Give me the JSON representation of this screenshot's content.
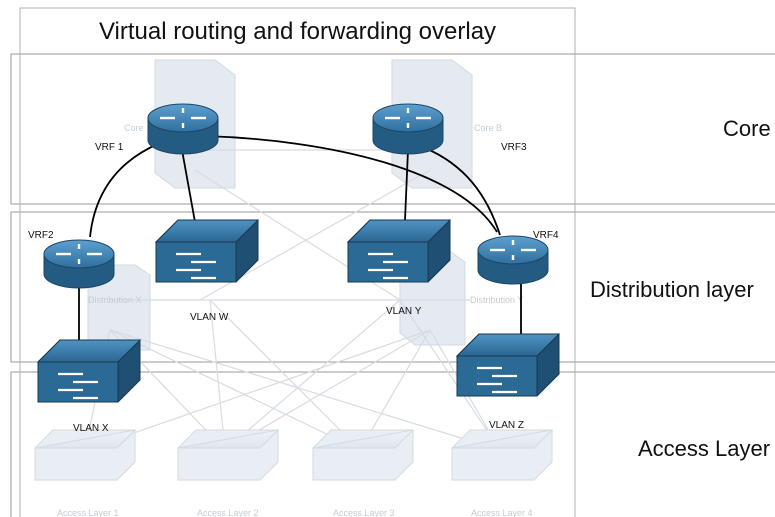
{
  "title": "Virtual routing and forwarding overlay",
  "layers": {
    "core": "Core",
    "distribution": "Distribution layer",
    "access": "Access Layer"
  },
  "labels": {
    "vrf1": "VRF 1",
    "vrf2": "VRF2",
    "vrf3": "VRF3",
    "vrf4": "VRF4",
    "vlan_w": "VLAN W",
    "vlan_x": "VLAN X",
    "vlan_y": "VLAN Y",
    "vlan_z": "VLAN Z"
  },
  "ghost_labels": {
    "core_a": "Core",
    "core_b": "Core B",
    "dist_x": "Distribution X",
    "dist_y": "Distribution Y",
    "access1": "Access Layer 1",
    "access2": "Access Layer 2",
    "access3": "Access Layer 3",
    "access4": "Access Layer 4"
  },
  "colors": {
    "device_top": "#3a7fb0",
    "device_side": "#1f4f73",
    "faded": "#dde5ec",
    "link": "#000000",
    "frame": "#9a9a9a"
  }
}
